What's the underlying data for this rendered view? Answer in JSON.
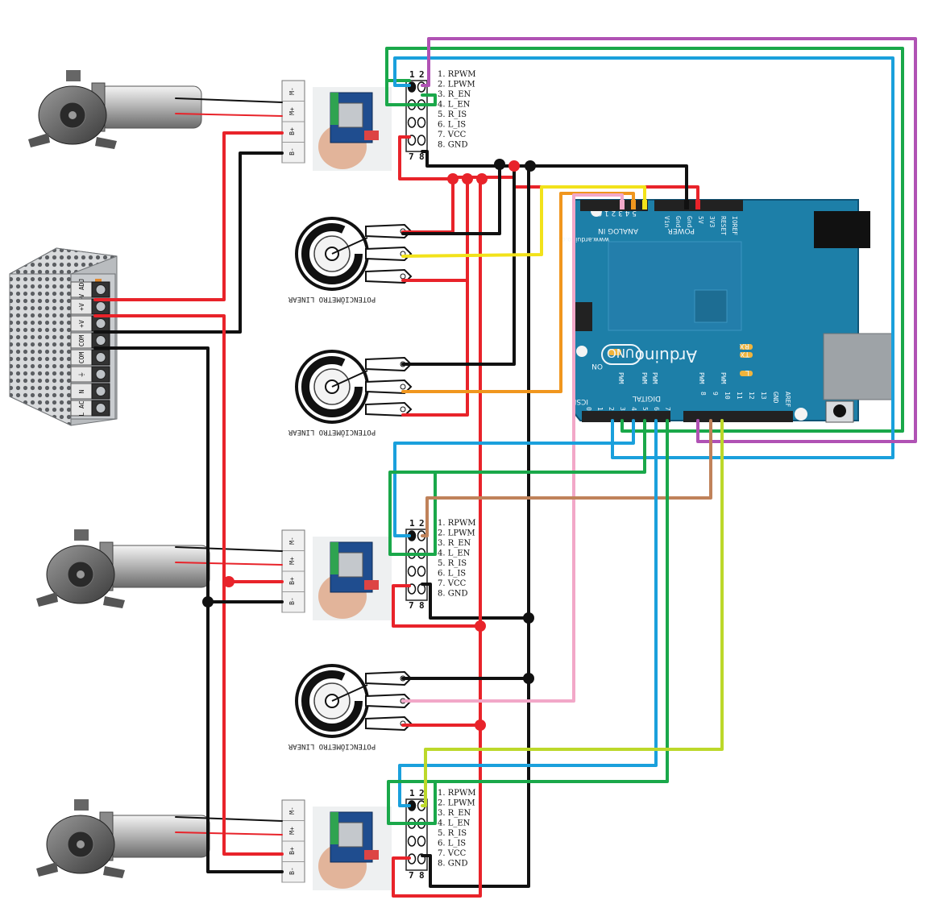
{
  "colors": {
    "red": "#e8232a",
    "black": "#111111",
    "blue": "#1aa0dc",
    "green": "#1aa84a",
    "purple": "#b052b4",
    "yellow": "#f2e21a",
    "orange": "#f0961e",
    "brown": "#c0825a",
    "pink": "#f2a8c8",
    "lime": "#bcd82a",
    "board": "#1d7fa8"
  },
  "driver": {
    "header_nums": [
      "1",
      "2"
    ],
    "footer_nums": [
      "7",
      "8"
    ],
    "pins": [
      "1. RPWM",
      "2. LPWM",
      "3. R_EN",
      "4. L_EN",
      "5. R_IS",
      "6. L_IS",
      "7. VCC",
      "8. GND"
    ],
    "terminals": [
      "M-",
      "M+",
      "B+",
      "B-"
    ]
  },
  "potentiometer": {
    "label": "POTENCIÔMETRO LINEAR"
  },
  "psu": {
    "terminals": [
      "+V ADJ",
      "+V",
      "+V",
      "COM",
      "COM",
      "⏚",
      "N",
      "L AC"
    ]
  },
  "arduino": {
    "logo": "Arduino",
    "model": "UNO",
    "url": "www.arduino.cc",
    "analog_label": "ANALOG IN",
    "analog_pins": "5 4 3 2 1 0",
    "power_label": "POWER",
    "power_pins": [
      "Vin",
      "Gnd",
      "Gnd",
      "5V",
      "3V3",
      "RESET",
      "IOREF"
    ],
    "digital_label": "DIGITAL",
    "digital_pins": [
      "7",
      "6",
      "5",
      "4",
      "3",
      "2",
      "1",
      "0"
    ],
    "digital_pins_high": [
      "AREF",
      "GND",
      "13",
      "12",
      "11",
      "10",
      "9",
      "8"
    ],
    "pwm_label": "PWM",
    "tx_label": "TX",
    "rx_label": "RX",
    "l_label": "L",
    "on_label": "ON",
    "icsp_label": "ICSP"
  }
}
